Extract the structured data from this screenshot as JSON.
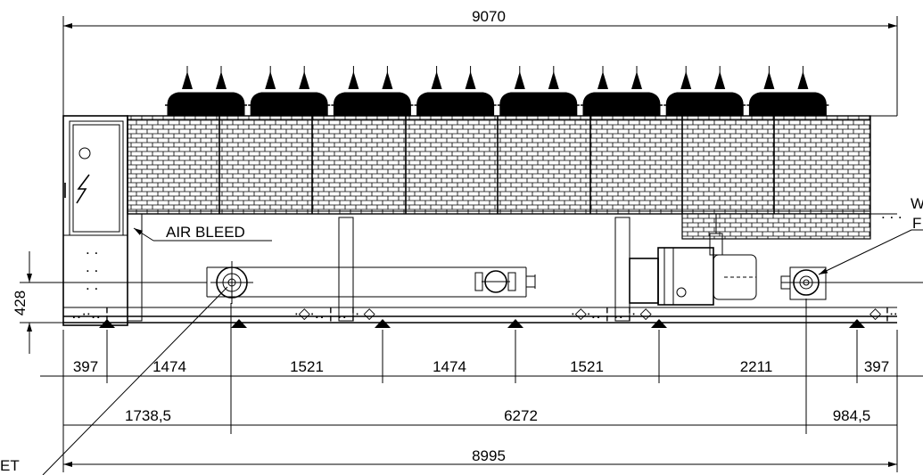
{
  "drawing": {
    "overall_length": "9070",
    "base_length": "8995",
    "height_dim": "428",
    "spacings": [
      "397",
      "1474",
      "1521",
      "1474",
      "1521",
      "2211",
      "397"
    ],
    "connection_dims": [
      "1738,5",
      "6272",
      "984,5"
    ],
    "labels": {
      "air_bleed": "AIR BLEED",
      "inlet_partial": "ET",
      "right_label_line1": "W",
      "right_label_line2": "F"
    },
    "fan_count": 8
  }
}
